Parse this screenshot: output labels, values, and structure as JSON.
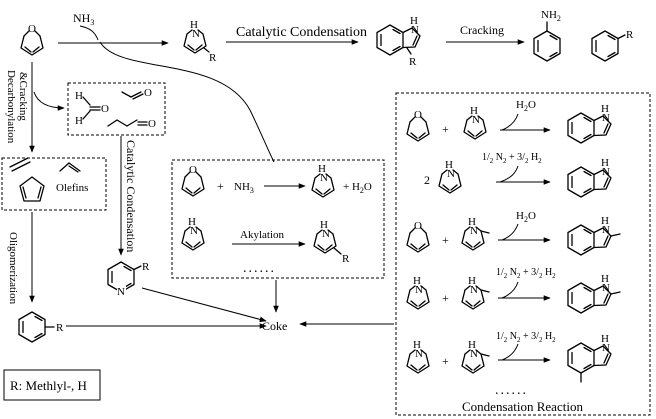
{
  "labels": {
    "nh3_top": "NH",
    "nh3_top_sub": "3",
    "nh2": "NH",
    "nh2_sub": "2",
    "catalytic_condensation_top": "Catalytic Condensation",
    "cracking": "Cracking",
    "decarbonylation_line1": "Decarbonylation",
    "decarbonylation_line2": "&Cracking",
    "olefins": "Olefins",
    "oligomerization": "Oligomerization",
    "catalytic_condensation_vertical": "Catalytic Condensation",
    "inner_nh3": "NH",
    "inner_nh3_sub": "3",
    "inner_h2o": "+ H",
    "inner_h2o_sub": "2",
    "inner_h2o_end": "O",
    "akylation": "Akylation",
    "inner_dots": "......",
    "coke": "Coke",
    "legend": "R: Methlyl-,  H",
    "condensation_reaction": "Condensation Reaction",
    "right_dots": "......",
    "h2o_1": "H",
    "h2o_1_sub": "2",
    "h2o_1_end": "O",
    "h2o_2": "H",
    "h2o_2_sub": "2",
    "h2o_2_end": "O",
    "n2h2_a": "1/",
    "n2h2_a_sub": "2",
    "n2h2_a_end": " N",
    "n2h2_a_sub2": "2",
    "n2h2_a_rest": " + 3/",
    "n2h2_a_sub3": "2",
    "n2h2_a_rest2": " H",
    "n2h2_a_sub4": "2",
    "coef_two": "2",
    "plus": "+",
    "R": "R",
    "H": "H",
    "N": "N",
    "O": "O"
  }
}
